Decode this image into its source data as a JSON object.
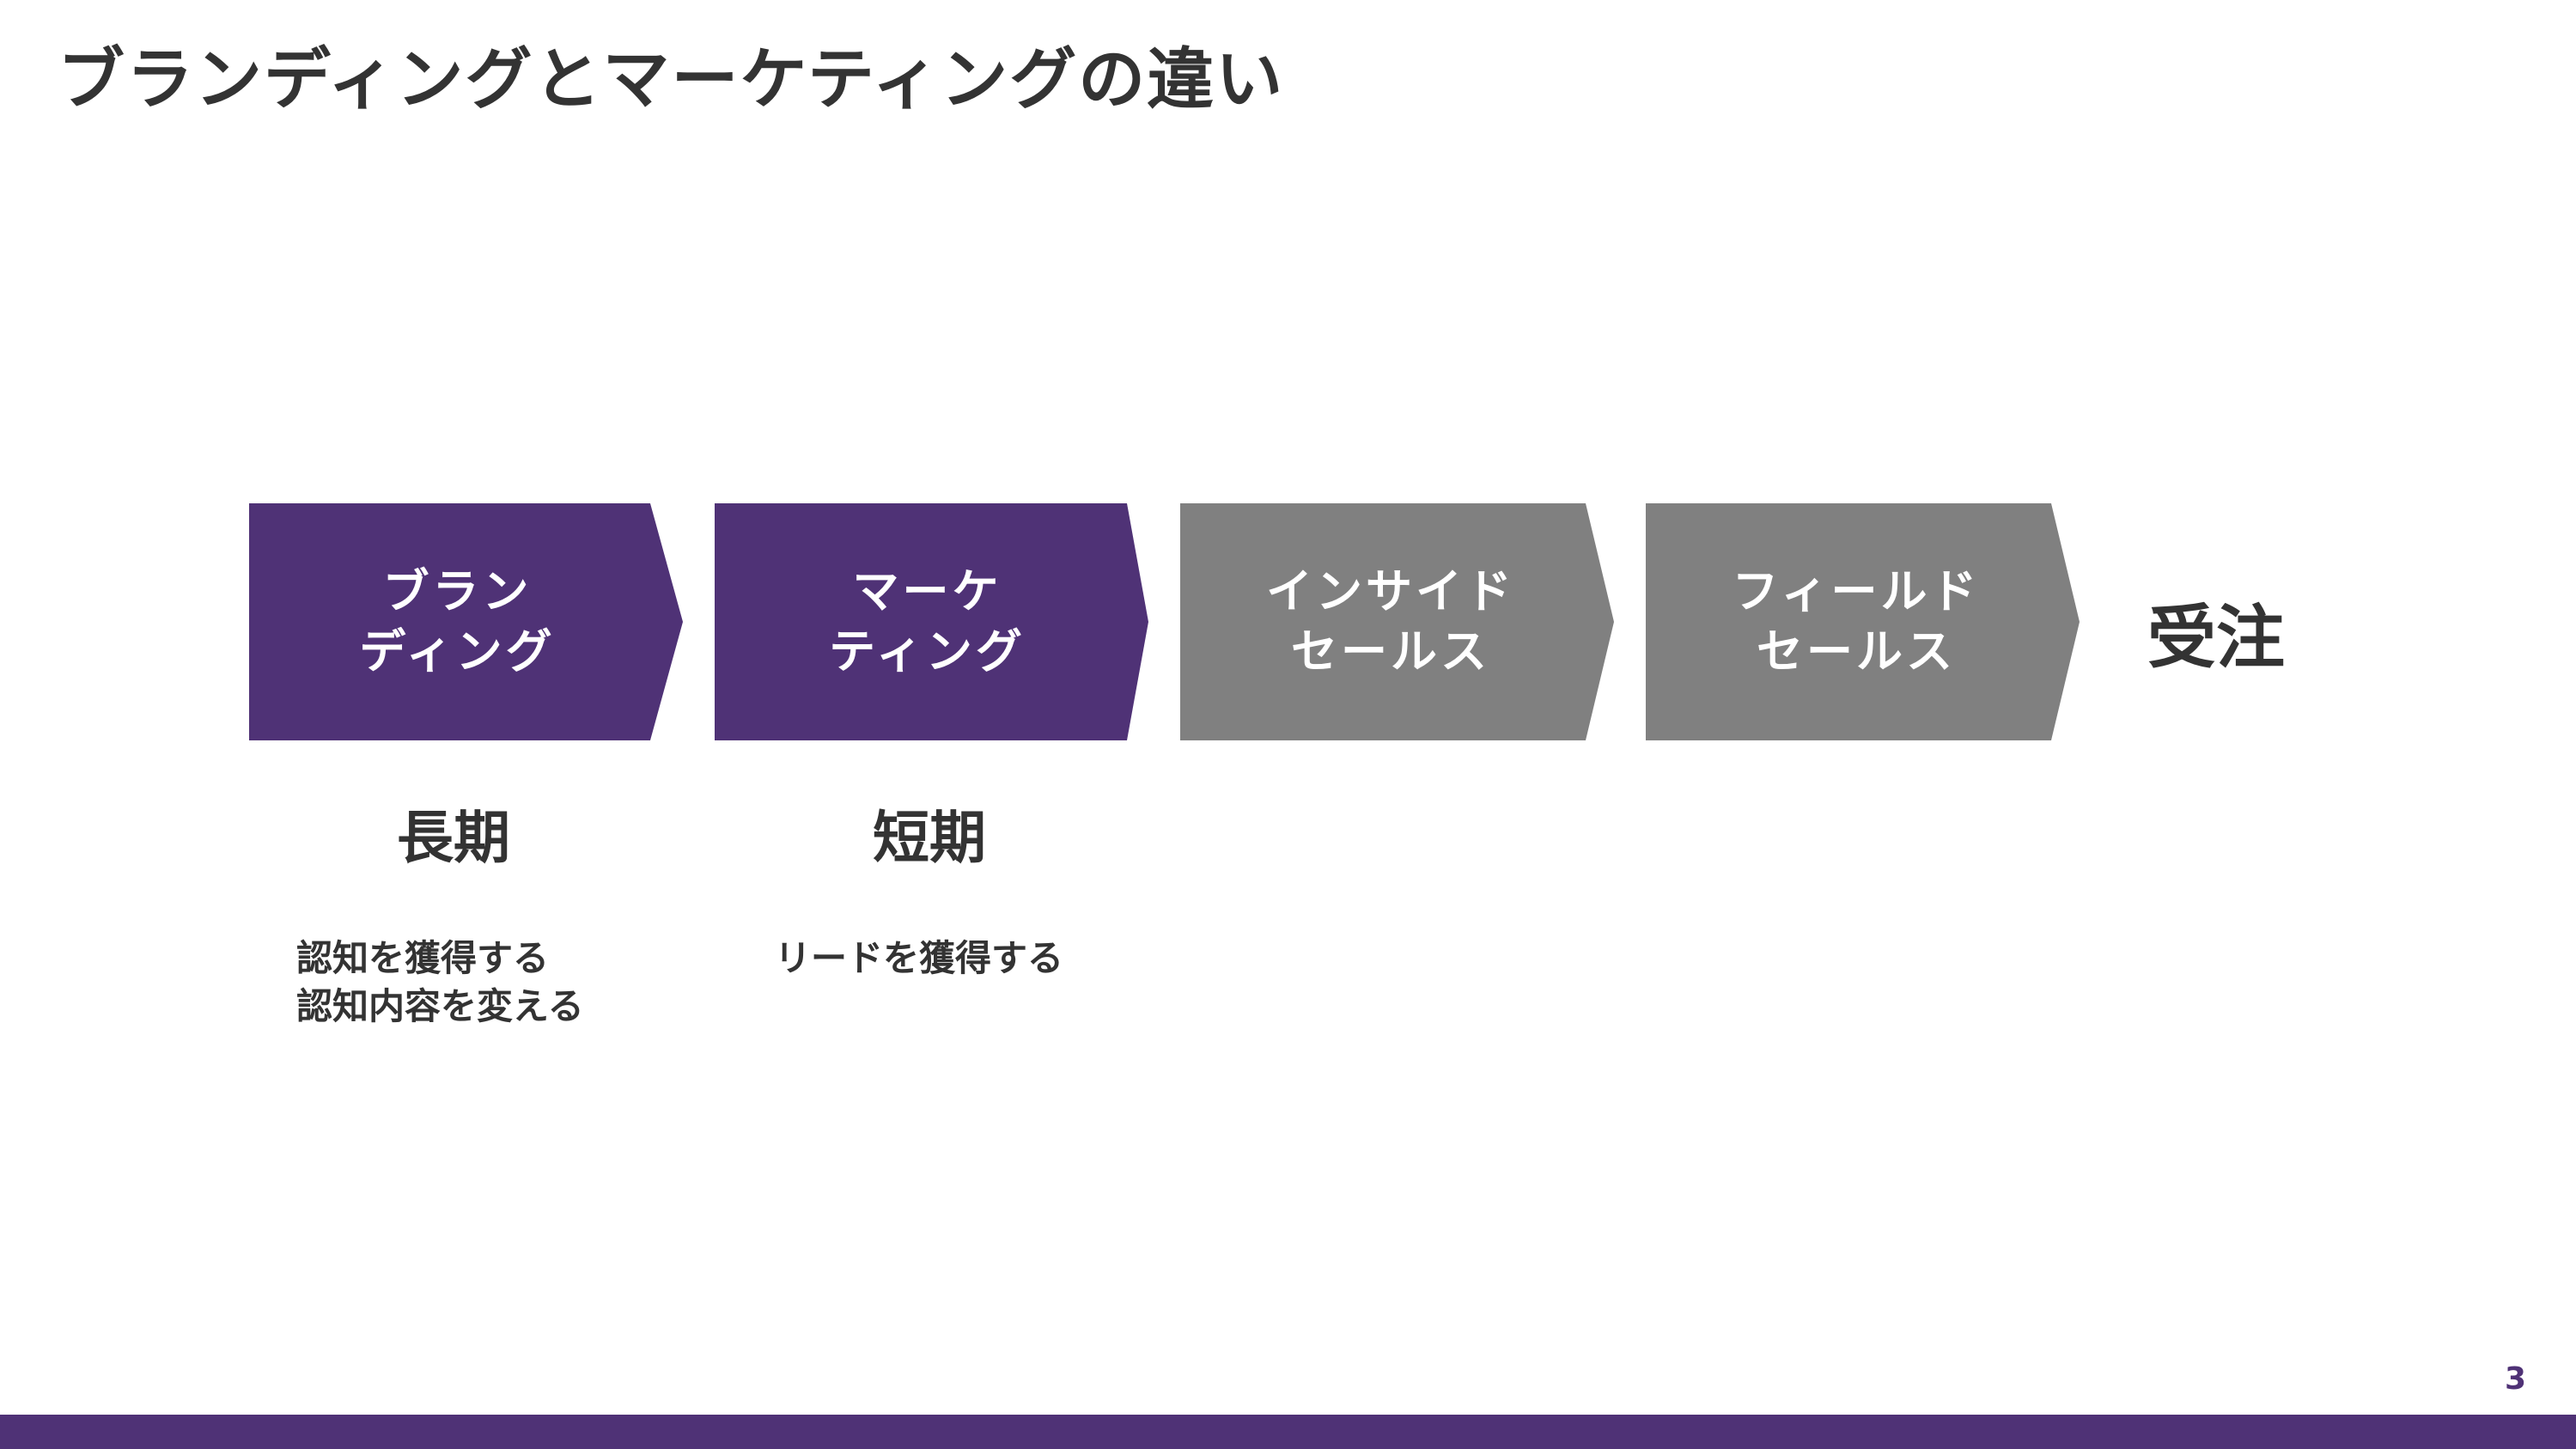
{
  "title": "ブランディングとマーケティングの違い",
  "colors": {
    "accent": "#4f3276",
    "inactive": "#808080",
    "text": "#333333",
    "label_text": "#ffffff"
  },
  "flow": {
    "steps": [
      {
        "line1": "ブラン",
        "line2": "ディング",
        "state": "highlighted"
      },
      {
        "line1": "マーケ",
        "line2": "ティング",
        "state": "highlighted"
      },
      {
        "line1": "インサイド",
        "line2": "セールス",
        "state": "inactive"
      },
      {
        "line1": "フィールド",
        "line2": "セールス",
        "state": "inactive"
      }
    ],
    "end_label": "受注"
  },
  "details": {
    "branding": {
      "term": "長期",
      "lines": [
        "認知を獲得する",
        "認知内容を変える"
      ]
    },
    "marketing": {
      "term": "短期",
      "lines": [
        "リードを獲得する"
      ]
    }
  },
  "page_number": "3"
}
